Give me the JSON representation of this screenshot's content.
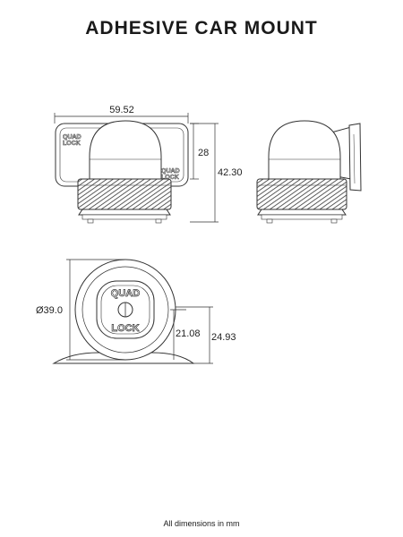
{
  "title": "ADHESIVE CAR MOUNT",
  "footer": "All dimensions in mm",
  "dimensions": {
    "front_width": "59.52",
    "front_dome_height": "28",
    "front_total_height": "42.30",
    "bottom_diameter": "Ø39.0",
    "bottom_center_height": "21.08",
    "bottom_total_height": "24.93"
  },
  "logo_text": {
    "line1": "QUAD",
    "line2": "LOCK"
  }
}
